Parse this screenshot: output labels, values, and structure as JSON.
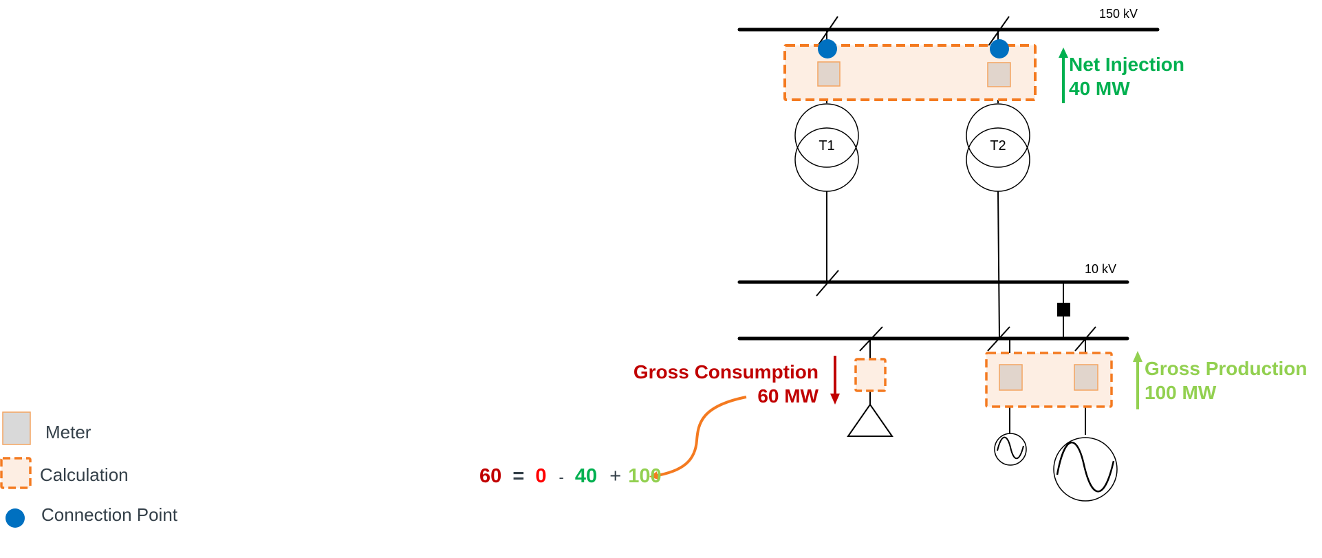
{
  "colors": {
    "bus_line": "#000000",
    "connection_point": "#0070c0",
    "meter_fill": "#e1d5cc",
    "meter_border": "#f4a460",
    "calc_border": "#f47a20",
    "calc_fill": "#fdeee3",
    "net_injection": "#00b050",
    "gross_consumption": "#c00000",
    "gross_production": "#92d050",
    "curved_arrow": "#f47a20"
  },
  "buses": {
    "hv_label": "150 kV",
    "mv_label": "10 kV"
  },
  "transformers": [
    {
      "label": "T1"
    },
    {
      "label": "T2"
    }
  ],
  "flows": {
    "net_injection": {
      "title": "Net Injection",
      "value": "40 MW"
    },
    "gross_consumption": {
      "title": "Gross Consumption",
      "value": "60 MW"
    },
    "gross_production": {
      "title": "Gross Production",
      "value": "100 MW"
    }
  },
  "equation": {
    "result": "60",
    "equals": "=",
    "term1": "0",
    "op1": "-",
    "term2": "40",
    "op2": "+",
    "term3": "100"
  },
  "legend": {
    "meter": "Meter",
    "calculation": "Calculation",
    "connection_point": "Connection Point"
  }
}
